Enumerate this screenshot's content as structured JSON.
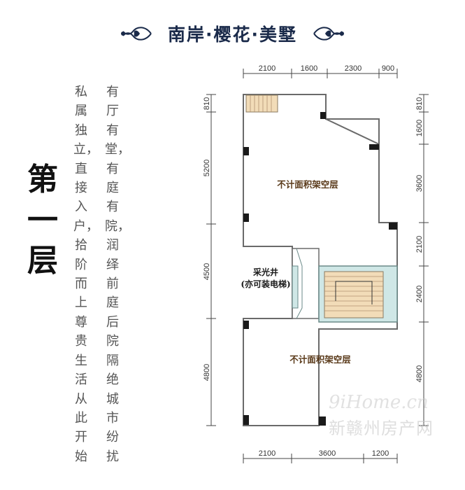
{
  "header": {
    "title": "南岸·樱花·美墅"
  },
  "floor_title": "第一层",
  "poem": {
    "col_right": "有厅有堂，有庭有院，润绎前庭后院隔绝城市纷扰",
    "col_left": "私属独立，直接入户，拾阶而上尊贵生活从此开始"
  },
  "plan": {
    "area_upper": "不计面积架空层",
    "area_lower": "不计面积架空层",
    "lightwell_line1": "采光井",
    "lightwell_line2": "(亦可装电梯)",
    "dims_top": [
      "2100",
      "1600",
      "2300",
      "900"
    ],
    "dims_bottom": [
      "2100",
      "3600",
      "1200"
    ],
    "dims_left": [
      "810",
      "5200",
      "4500",
      "4800"
    ],
    "dims_right": [
      "810",
      "1600",
      "3600",
      "2100",
      "2400",
      "4800"
    ]
  },
  "watermark": {
    "latin": "9iHome.cn",
    "cn": "新赣州房产网"
  }
}
